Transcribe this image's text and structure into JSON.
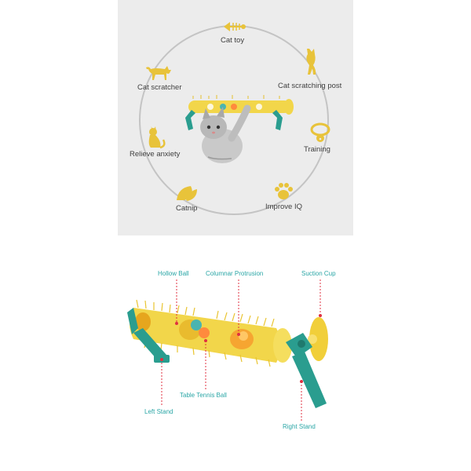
{
  "features": {
    "cat_toy": {
      "label": "Cat toy",
      "icon": "fish-bone-icon"
    },
    "cat_scratching_post": {
      "label": "Cat scratching post",
      "icon": "standing-cat-icon"
    },
    "training": {
      "label": "Training",
      "icon": "collar-bell-icon"
    },
    "improve_iq": {
      "label": "Improve IQ",
      "icon": "paw-print-icon"
    },
    "catnip": {
      "label": "Catnip",
      "icon": "leaf-icon"
    },
    "relieve_anxiety": {
      "label": "Relieve anxiety",
      "icon": "sitting-cat-icon"
    },
    "cat_scratcher": {
      "label": "Cat scratcher",
      "icon": "walking-cat-icon"
    }
  },
  "diagram": {
    "hollow_ball": "Hollow Ball",
    "columnar_protrusion": "Columnar Protrusion",
    "suction_cup": "Suction Cup",
    "table_tennis_ball": "Table Tennis Ball",
    "left_stand": "Left Stand",
    "right_stand": "Right Stand"
  },
  "colors": {
    "panel_bg": "#ececec",
    "icon_yellow": "#e8c33a",
    "toy_yellow": "#f2d64a",
    "stand_teal": "#2a9d8f",
    "label_teal": "#2aa6a6",
    "pointer_red": "#e03040",
    "ring_gray": "#c4c4c4"
  }
}
